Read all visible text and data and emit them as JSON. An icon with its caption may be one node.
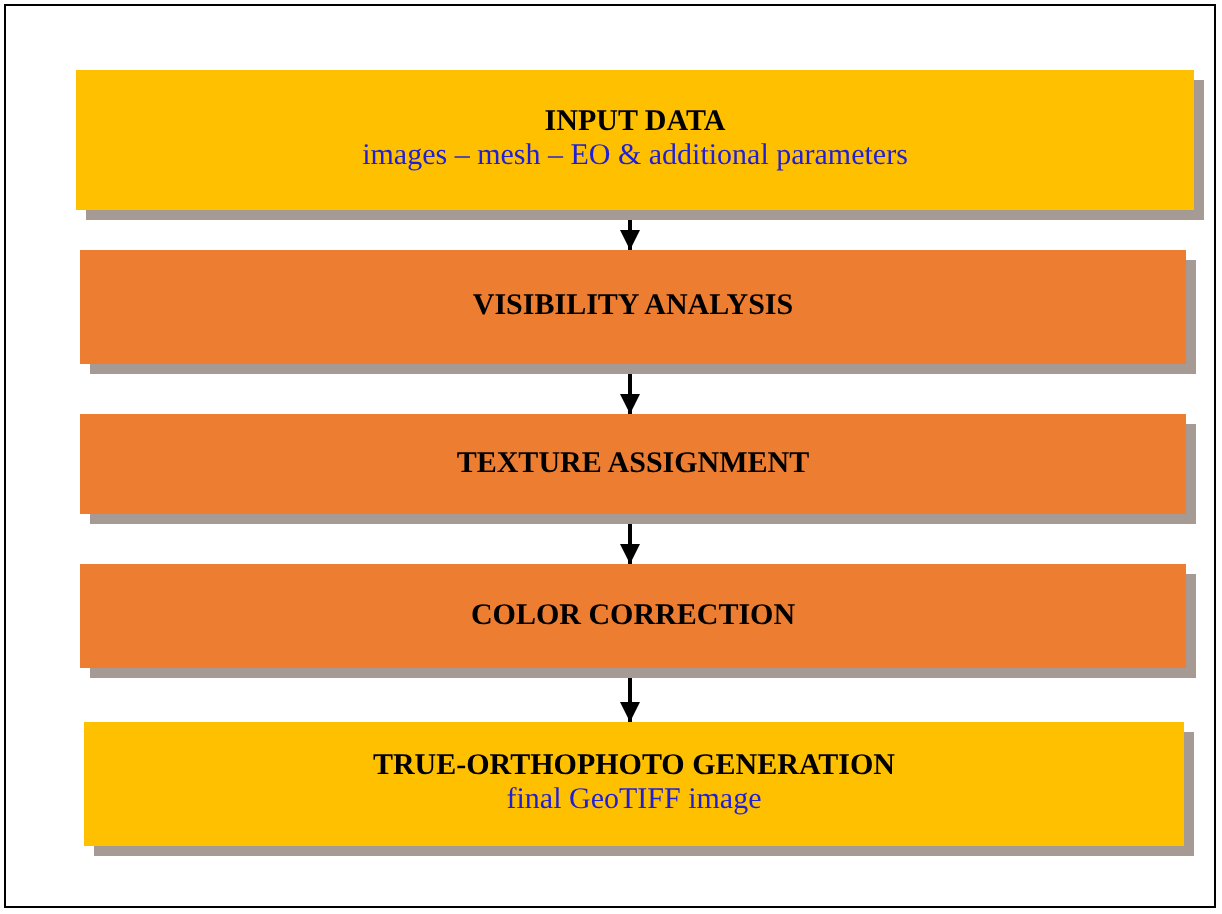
{
  "diagram": {
    "nodes": [
      {
        "text": [
          "INPUT DATA",
          "images – mesh – EO & additional parameters"
        ]
      },
      {
        "text": [
          "VISIBILITY ANALYSIS"
        ]
      },
      {
        "text": [
          "TEXTURE ASSIGNMENT"
        ]
      },
      {
        "text": [
          "COLOR CORRECTION"
        ]
      },
      {
        "text": [
          "TRUE-ORTHOPHOTO GENERATION",
          "final GeoTIFF image"
        ]
      }
    ],
    "edges": [
      {
        "from": 0,
        "to": 1,
        "arrow": "to"
      },
      {
        "from": 1,
        "to": 2,
        "arrow": "to"
      },
      {
        "from": 2,
        "to": 3,
        "arrow": "to"
      },
      {
        "from": 3,
        "to": 4,
        "arrow": "to"
      }
    ]
  }
}
